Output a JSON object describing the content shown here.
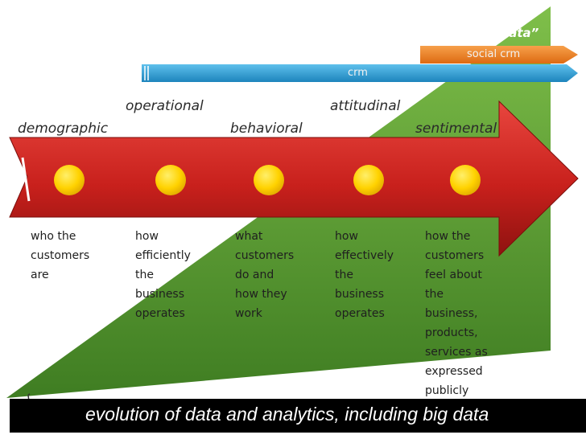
{
  "diagram": {
    "big_data_label": "“big data”",
    "social_crm_label": "social crm",
    "crm_label": "crm",
    "stages": [
      {
        "name": "demographic",
        "description": "who the\ncustomers\nare"
      },
      {
        "name": "operational",
        "description": "how\nefficiently\nthe\nbusiness\noperates"
      },
      {
        "name": "behavioral",
        "description": "what\ncustomers\ndo and\nhow they\nwork"
      },
      {
        "name": "attitudinal",
        "description": "how\neffectively\nthe\nbusiness\noperates"
      },
      {
        "name": "sentimental",
        "description": "how the\ncustomers\nfeel about\nthe\nbusiness,\nproducts,\nservices as\nexpressed\npublicly"
      }
    ],
    "caption": "evolution of data and analytics, including big data"
  },
  "colors": {
    "green": "#5a9e32",
    "red_arrow": "#c8201c",
    "blue_bar": "#2f9ed3",
    "orange_bar": "#ef7b1f",
    "dot_yellow": "#ffd200",
    "caption_bg": "#000000"
  }
}
